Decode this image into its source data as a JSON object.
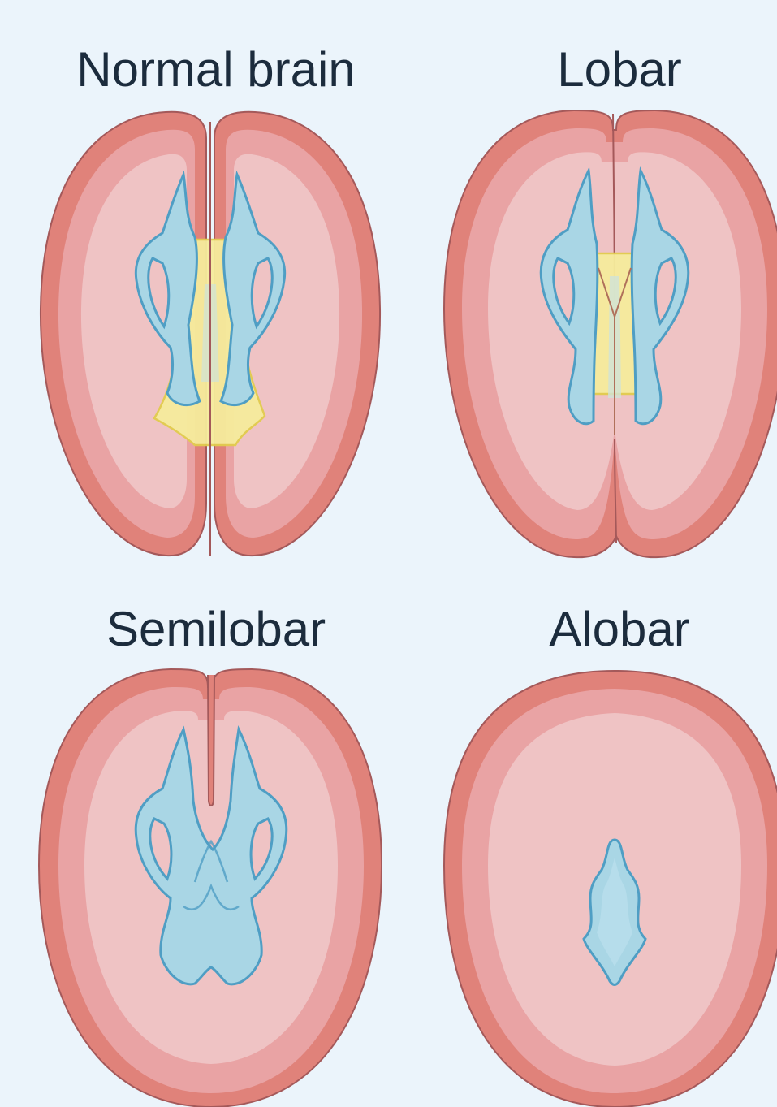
{
  "labels": {
    "normal": "Normal brain",
    "lobar": "Lobar",
    "semilobar": "Semilobar",
    "alobar": "Alobar"
  },
  "colors": {
    "background": "#ebf4fb",
    "brain_outer": "#e0827a",
    "brain_mid": "#e9a3a4",
    "brain_inner": "#efc3c4",
    "brain_stroke": "#a4595a",
    "ventricle_fill": "#a9d6e5",
    "ventricle_stroke": "#4f9ec4",
    "thalamus_fill": "#f6ec9c",
    "thalamus_stroke": "#e2cc4e",
    "label_text": "#1c2c3d"
  }
}
